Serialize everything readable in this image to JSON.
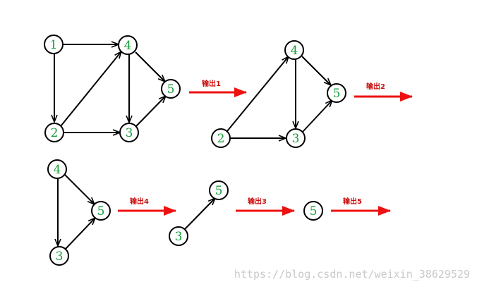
{
  "colors": {
    "node_label": "#1a9e3a",
    "arrow": "#ee1111",
    "arrow_label": "#cc1111",
    "edge": "#000000",
    "watermark": "#c9c9c9"
  },
  "graphs": [
    {
      "nodes": [
        "1",
        "4",
        "5",
        "2",
        "3"
      ],
      "edges": [
        [
          "1",
          "4"
        ],
        [
          "1",
          "2"
        ],
        [
          "2",
          "4"
        ],
        [
          "2",
          "3"
        ],
        [
          "4",
          "3"
        ],
        [
          "4",
          "5"
        ],
        [
          "3",
          "5"
        ]
      ]
    },
    {
      "nodes": [
        "4",
        "5",
        "2",
        "3"
      ],
      "edges": [
        [
          "2",
          "4"
        ],
        [
          "2",
          "3"
        ],
        [
          "4",
          "3"
        ],
        [
          "4",
          "5"
        ],
        [
          "3",
          "5"
        ]
      ]
    },
    {
      "nodes": [
        "4",
        "5",
        "3"
      ],
      "edges": [
        [
          "4",
          "3"
        ],
        [
          "4",
          "5"
        ],
        [
          "3",
          "5"
        ]
      ]
    },
    {
      "nodes": [
        "5",
        "3"
      ],
      "edges": [
        [
          "3",
          "5"
        ]
      ]
    },
    {
      "nodes": [
        "5"
      ],
      "edges": []
    }
  ],
  "steps": [
    "输出1",
    "输出2",
    "输出4",
    "输出3",
    "输出5"
  ],
  "watermark": "https://blog.csdn.net/weixin_38629529"
}
